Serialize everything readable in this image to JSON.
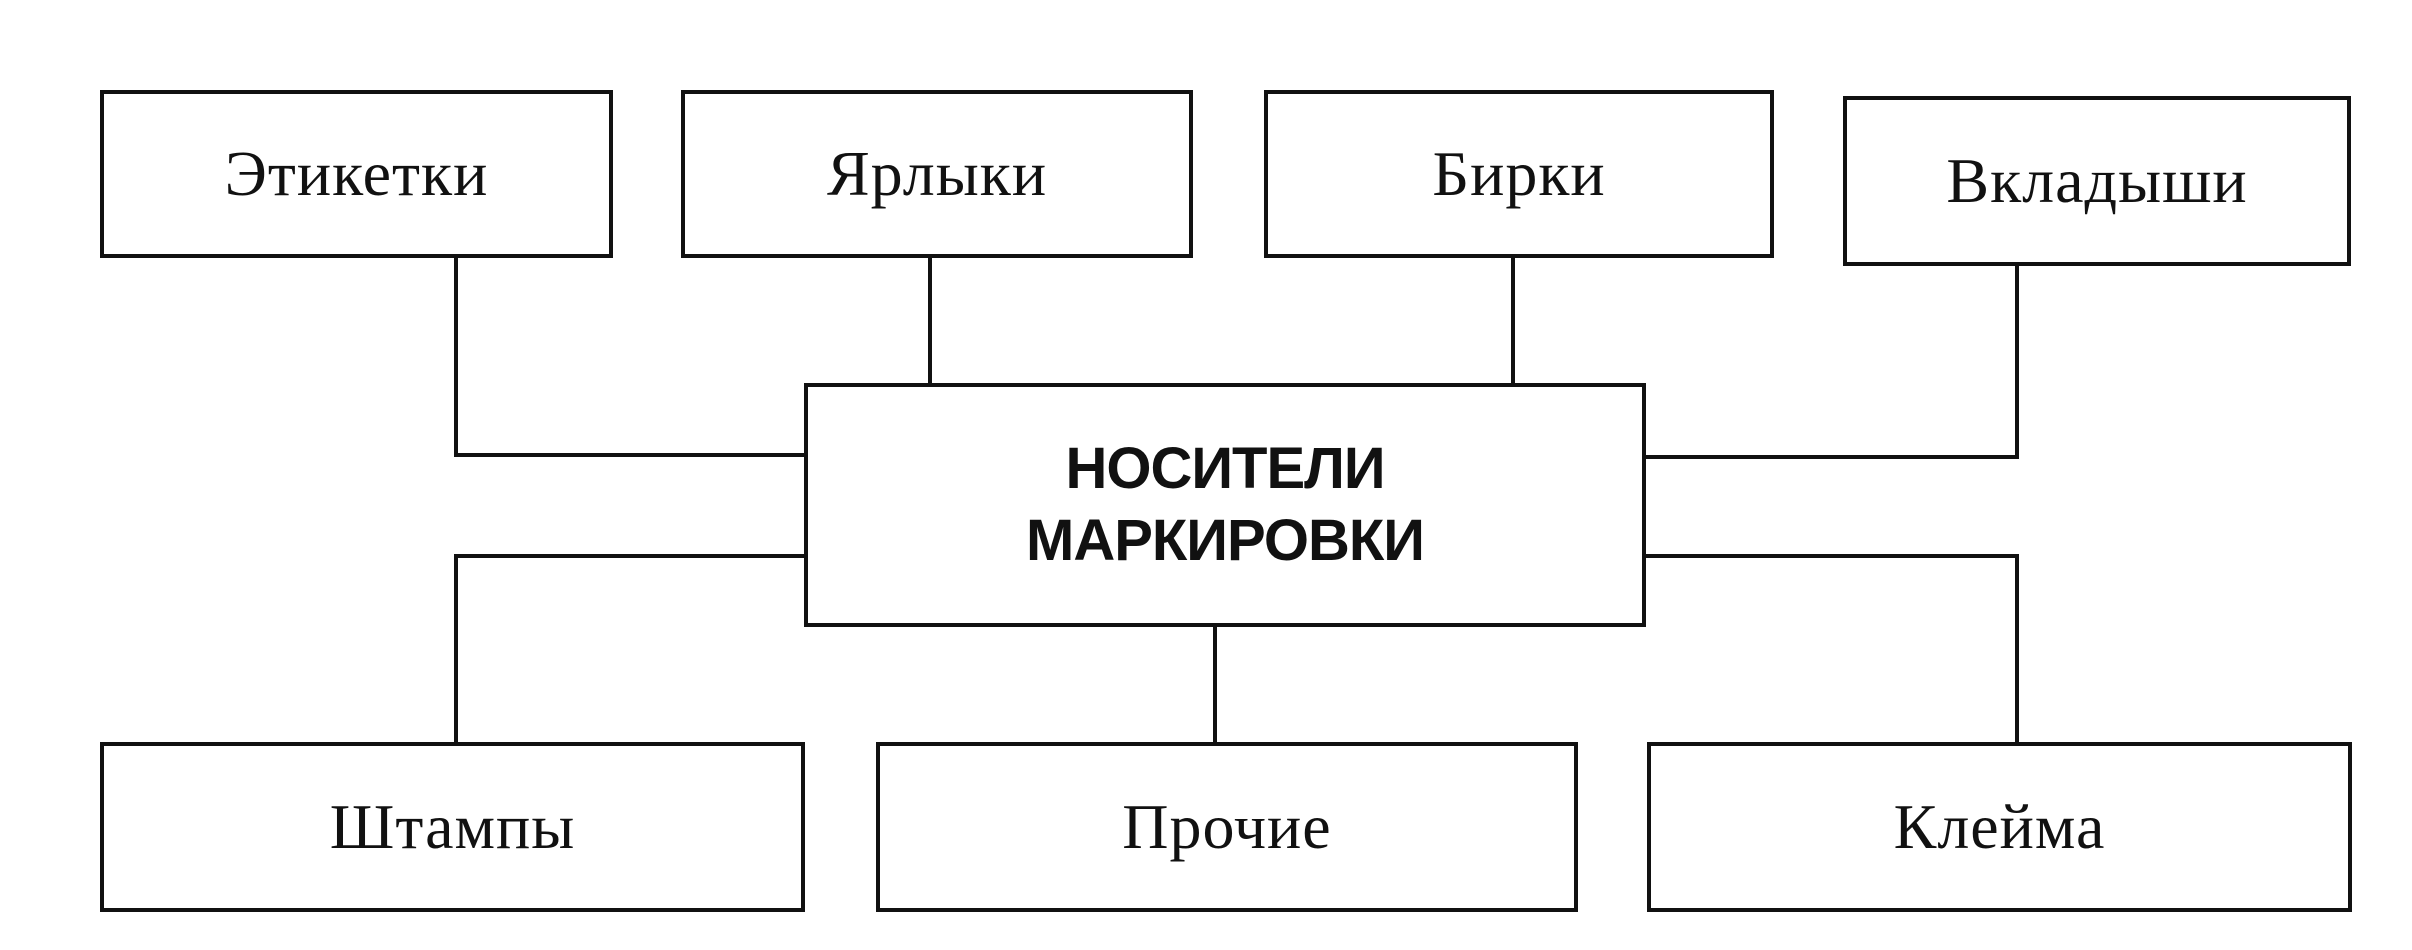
{
  "diagram": {
    "center": {
      "line1": "НОСИТЕЛИ",
      "line2": "МАРКИРОВКИ"
    },
    "top_nodes": [
      {
        "label": "Этикетки"
      },
      {
        "label": "Ярлыки"
      },
      {
        "label": "Бирки"
      },
      {
        "label": "Вкладыши"
      }
    ],
    "bottom_nodes": [
      {
        "label": "Штампы"
      },
      {
        "label": "Прочие"
      },
      {
        "label": "Клейма"
      }
    ]
  }
}
